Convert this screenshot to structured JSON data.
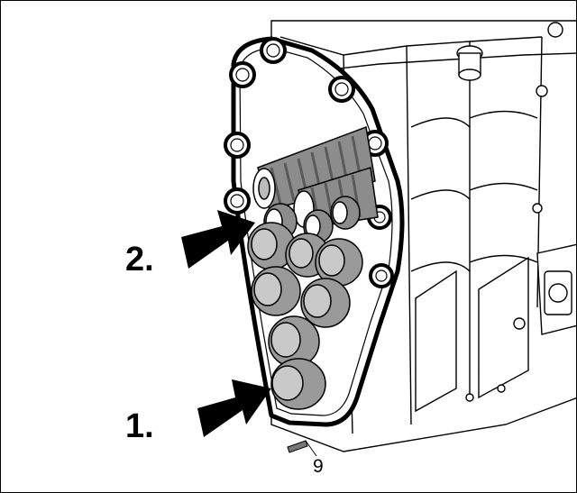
{
  "figure": {
    "steps": [
      {
        "label": "2."
      },
      {
        "label": "1."
      }
    ],
    "callouts": [
      {
        "number": "9"
      }
    ],
    "colors": {
      "line": "#000000",
      "boot_fill": "#8c8c8c",
      "boot_dark": "#5a5a5a",
      "plug_fill": "#9a9a9a",
      "background": "#ffffff"
    },
    "icons": [
      "arrow-right-icon",
      "bellows-boot",
      "housing-outline"
    ]
  }
}
